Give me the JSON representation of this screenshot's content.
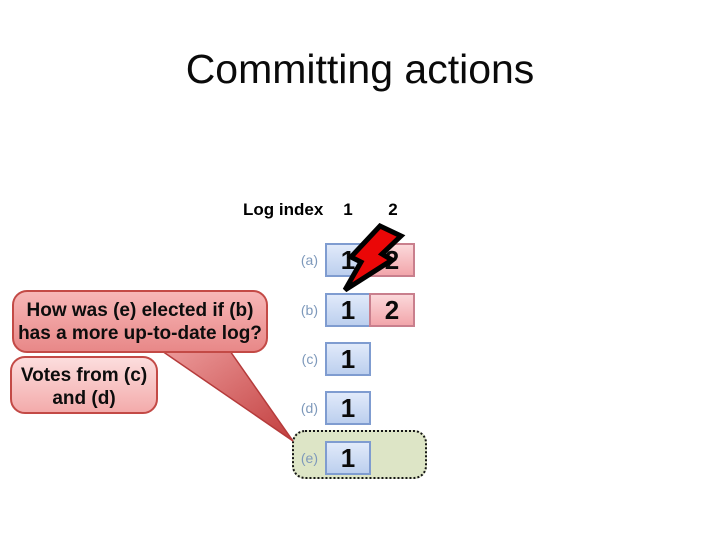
{
  "slide": {
    "title": "Committing actions",
    "log_table": {
      "header_label": "Log index",
      "column_headers": [
        "1",
        "2"
      ],
      "rows": [
        {
          "label": "(a)",
          "cells": [
            {
              "value": "1",
              "term": "blue"
            },
            {
              "value": "2",
              "term": "pink"
            }
          ]
        },
        {
          "label": "(b)",
          "cells": [
            {
              "value": "1",
              "term": "blue"
            },
            {
              "value": "2",
              "term": "pink"
            }
          ]
        },
        {
          "label": "(c)",
          "cells": [
            {
              "value": "1",
              "term": "blue"
            }
          ]
        },
        {
          "label": "(d)",
          "cells": [
            {
              "value": "1",
              "term": "blue"
            }
          ]
        },
        {
          "label": "(e)",
          "cells": [
            {
              "value": "1",
              "term": "blue"
            }
          ]
        }
      ],
      "crashed_row": "(a)",
      "highlighted_row": "(e)"
    },
    "callout_question": {
      "line1": "How was (e) elected if (b)",
      "line2": "has a more up-to-date log?"
    },
    "callout_answer": {
      "line1": "Votes from (c)",
      "line2": "and (d)"
    },
    "icons": {
      "crash": "lightning-bolt-icon"
    },
    "colors": {
      "term1_entry_fill": "#cfdef5",
      "term1_entry_border": "#7f9cd0",
      "term2_entry_fill": "#f5b0b5",
      "term2_entry_border": "#c97f8d",
      "row_label_text": "#7e99bb",
      "highlight_fill": "#dde5c6",
      "callout_border": "#c34a46",
      "callout_question_fill": "#ee9a9a",
      "callout_answer_fill": "#f7c4c4",
      "bolt_fill": "#ea0707"
    }
  }
}
